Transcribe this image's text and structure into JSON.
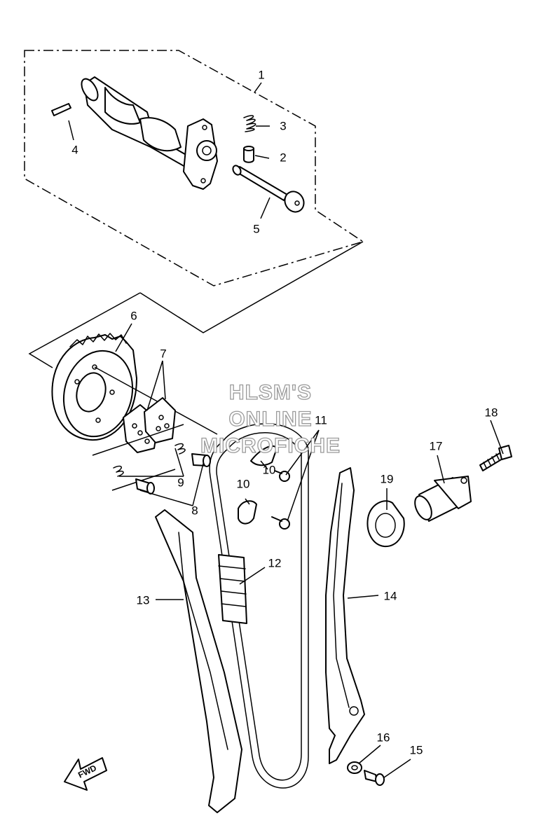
{
  "watermark": {
    "line1": "HLSM'S",
    "line2": "ONLINE",
    "line3": "MICROFICHE"
  },
  "direction_label": "FWD",
  "callouts": [
    {
      "id": "c1",
      "text": "1"
    },
    {
      "id": "c2",
      "text": "2"
    },
    {
      "id": "c3",
      "text": "3"
    },
    {
      "id": "c4",
      "text": "4"
    },
    {
      "id": "c5",
      "text": "5"
    },
    {
      "id": "c6",
      "text": "6"
    },
    {
      "id": "c7",
      "text": "7"
    },
    {
      "id": "c8",
      "text": "8"
    },
    {
      "id": "c9",
      "text": "9"
    },
    {
      "id": "c10a",
      "text": "10"
    },
    {
      "id": "c10b",
      "text": "10"
    },
    {
      "id": "c11",
      "text": "11"
    },
    {
      "id": "c12",
      "text": "12"
    },
    {
      "id": "c13",
      "text": "13"
    },
    {
      "id": "c14",
      "text": "14"
    },
    {
      "id": "c15",
      "text": "15"
    },
    {
      "id": "c16",
      "text": "16"
    },
    {
      "id": "c17",
      "text": "17"
    },
    {
      "id": "c18",
      "text": "18"
    },
    {
      "id": "c19",
      "text": "19"
    }
  ]
}
